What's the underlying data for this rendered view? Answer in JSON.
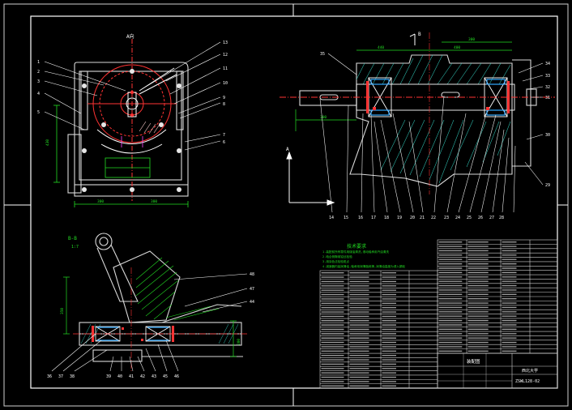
{
  "views": {
    "top_left": {
      "section_label": "A向",
      "part_numbers": [
        "13",
        "12",
        "11",
        "10",
        "9",
        "8",
        "7",
        "6",
        "5",
        "4",
        "3",
        "2",
        "1"
      ],
      "dims": [
        "300",
        "300",
        "430"
      ]
    },
    "top_right": {
      "section_marker": "B",
      "part_numbers_top": [
        "35",
        "34",
        "33",
        "32",
        "31",
        "30"
      ],
      "part_numbers_bottom": [
        "14",
        "15",
        "16",
        "17",
        "18",
        "19",
        "20",
        "21",
        "22",
        "23",
        "24",
        "25",
        "26",
        "27",
        "28",
        "29"
      ],
      "dims": [
        "440",
        "400",
        "300",
        "300"
      ],
      "view_marker": "A"
    },
    "bottom_left": {
      "section_label": "B-B",
      "scale": "1:7",
      "part_numbers_right": [
        "48",
        "47",
        "44"
      ],
      "part_numbers_bottom": [
        "36",
        "37",
        "38",
        "39",
        "40",
        "41",
        "42",
        "43",
        "45",
        "46"
      ],
      "dims": [
        "350",
        "200"
      ]
    }
  },
  "tech_requirements": {
    "title": "技术要求",
    "lines": [
      "1.装配前所有零件用煤油清洗,滚动轴承用汽油清洗",
      "2.啮合侧隙用铅丝检验",
      "3.用涂色法检验斑点",
      "4.减速器内装润滑油,轴承用润滑脂润滑,润滑油高度为浸入蜗轮"
    ]
  },
  "title_block": {
    "drawing_name": "装配图",
    "drawing_number": "ZSWL128-02",
    "company": "西北大学"
  }
}
